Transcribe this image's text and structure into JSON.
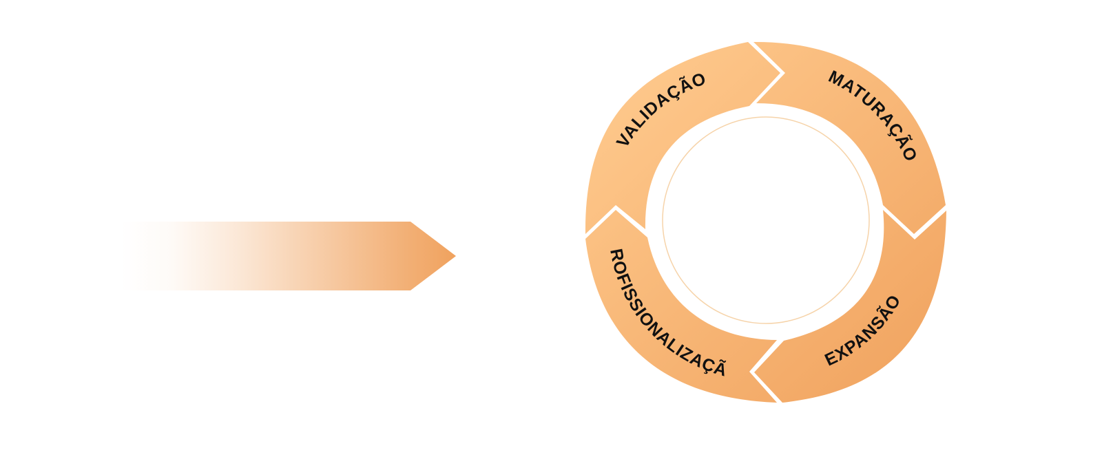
{
  "diagram": {
    "stages": [
      {
        "id": "validacao",
        "label": "VALIDAÇÃO"
      },
      {
        "id": "maturacao",
        "label": "MATURAÇÃO"
      },
      {
        "id": "expansao",
        "label": "EXPANSÃO"
      },
      {
        "id": "profissionalizacao",
        "label": "PROFISSIONALIZAÇÃO"
      }
    ]
  },
  "colors": {
    "gradient_light": "#ffcb8f",
    "gradient_dark": "#f0a25e",
    "inner_ring": "#f6d3a9",
    "arrow_solid": "#f0a25e",
    "label": "#111111"
  }
}
